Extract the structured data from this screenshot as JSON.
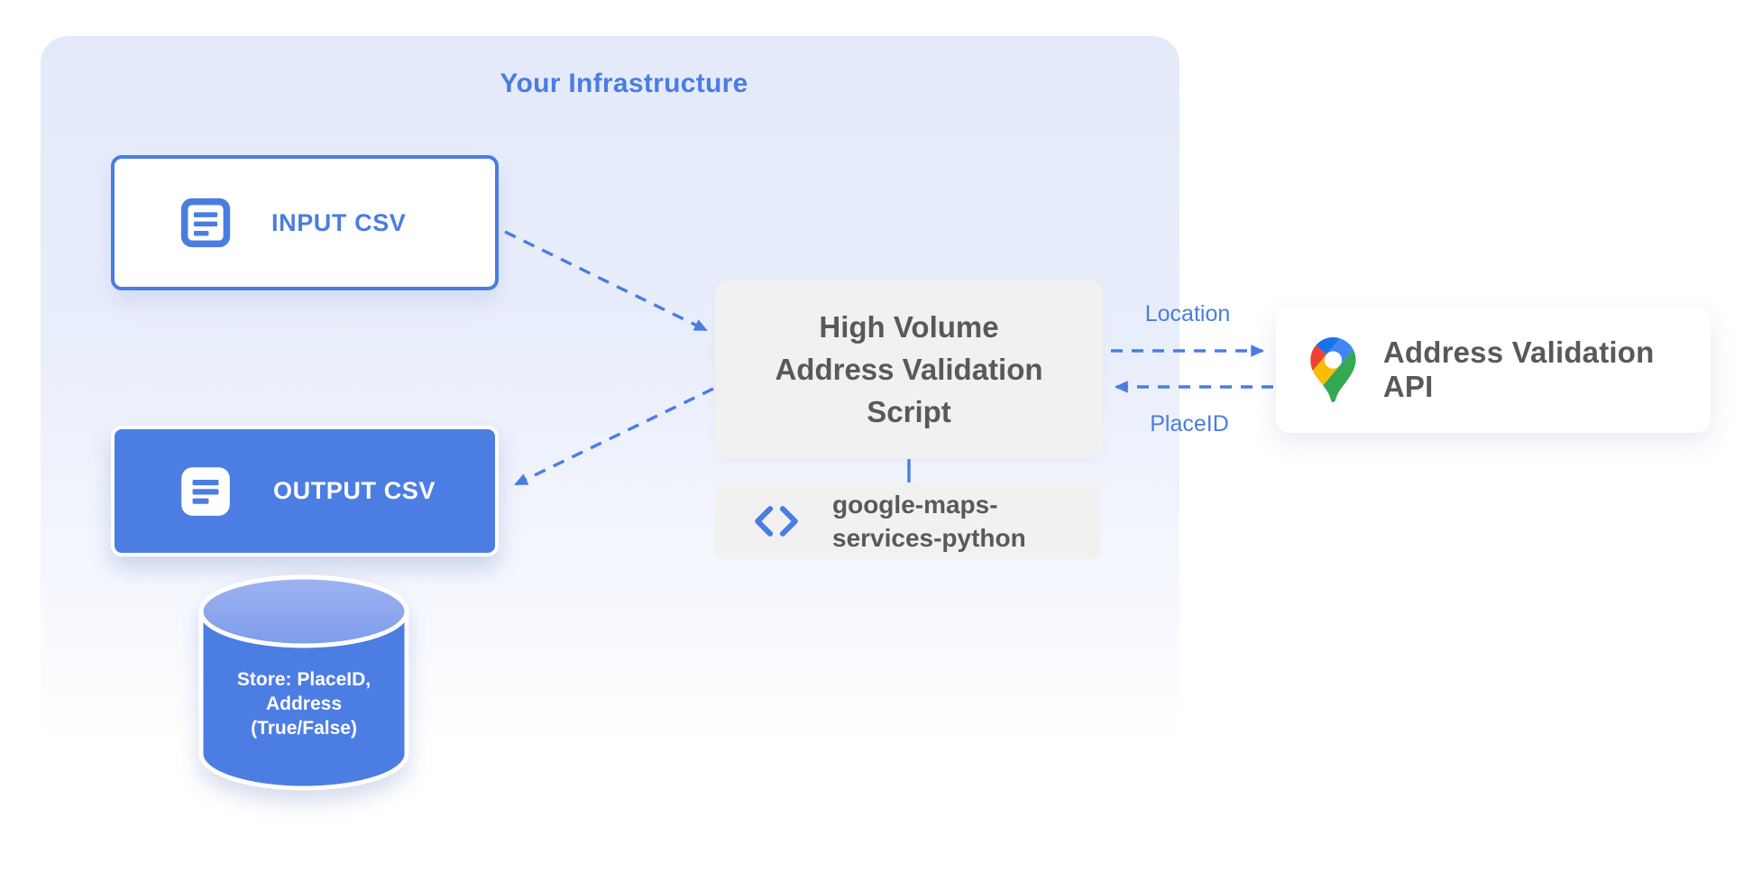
{
  "infrastructure": {
    "title": "Your Infrastructure"
  },
  "nodes": {
    "input_csv": {
      "label": "INPUT CSV"
    },
    "output_csv": {
      "label": "OUTPUT CSV"
    },
    "datastore": {
      "label": "Store: PlaceID,\nAddress\n(True/False)"
    },
    "script": {
      "label": "High Volume\nAddress Validation\nScript"
    },
    "library": {
      "label": "google-maps-\nservices-python"
    },
    "api": {
      "label": "Address Validation API"
    }
  },
  "edges": {
    "to_api_label": "Location",
    "from_api_label": "PlaceID"
  },
  "icons": {
    "input_csv": "document-icon",
    "output_csv": "document-icon",
    "library": "code-brackets-icon",
    "api": "google-maps-pin-icon",
    "datastore": "database-cylinder"
  },
  "colors": {
    "accent_blue": "#4a7de2",
    "fill_blue": "#4c7de3",
    "cylinder_top_light_blue": "#8ea9ee",
    "container_lavender": "#e4eafa",
    "box_gray": "#f1f1f2",
    "text_dark_gray": "#58595b",
    "pin_dark_blue": "#1a73e8",
    "pin_blue": "#4285f4",
    "pin_red": "#ea4335",
    "pin_yellow": "#fbbc04",
    "pin_green": "#34a853"
  }
}
